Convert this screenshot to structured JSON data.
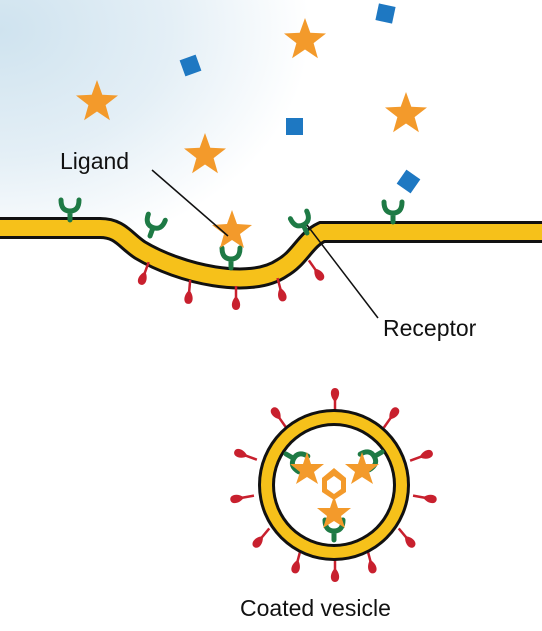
{
  "labels": {
    "ligand": "Ligand",
    "receptor": "Receptor",
    "coated_vesicle": "Coated vesicle"
  },
  "colors": {
    "membrane": "#F6C11A",
    "outline": "#111111",
    "ligand_star": "#F39A2B",
    "blue_square": "#1E78C2",
    "receptor": "#1E7A45",
    "coat_protein": "#C8202E",
    "gradient": "#CFE3EF"
  },
  "icons": {
    "ligand": "orange-star",
    "other_molecule": "blue-square",
    "receptor": "y-shaped-receptor",
    "coat_protein": "red-droplet"
  }
}
